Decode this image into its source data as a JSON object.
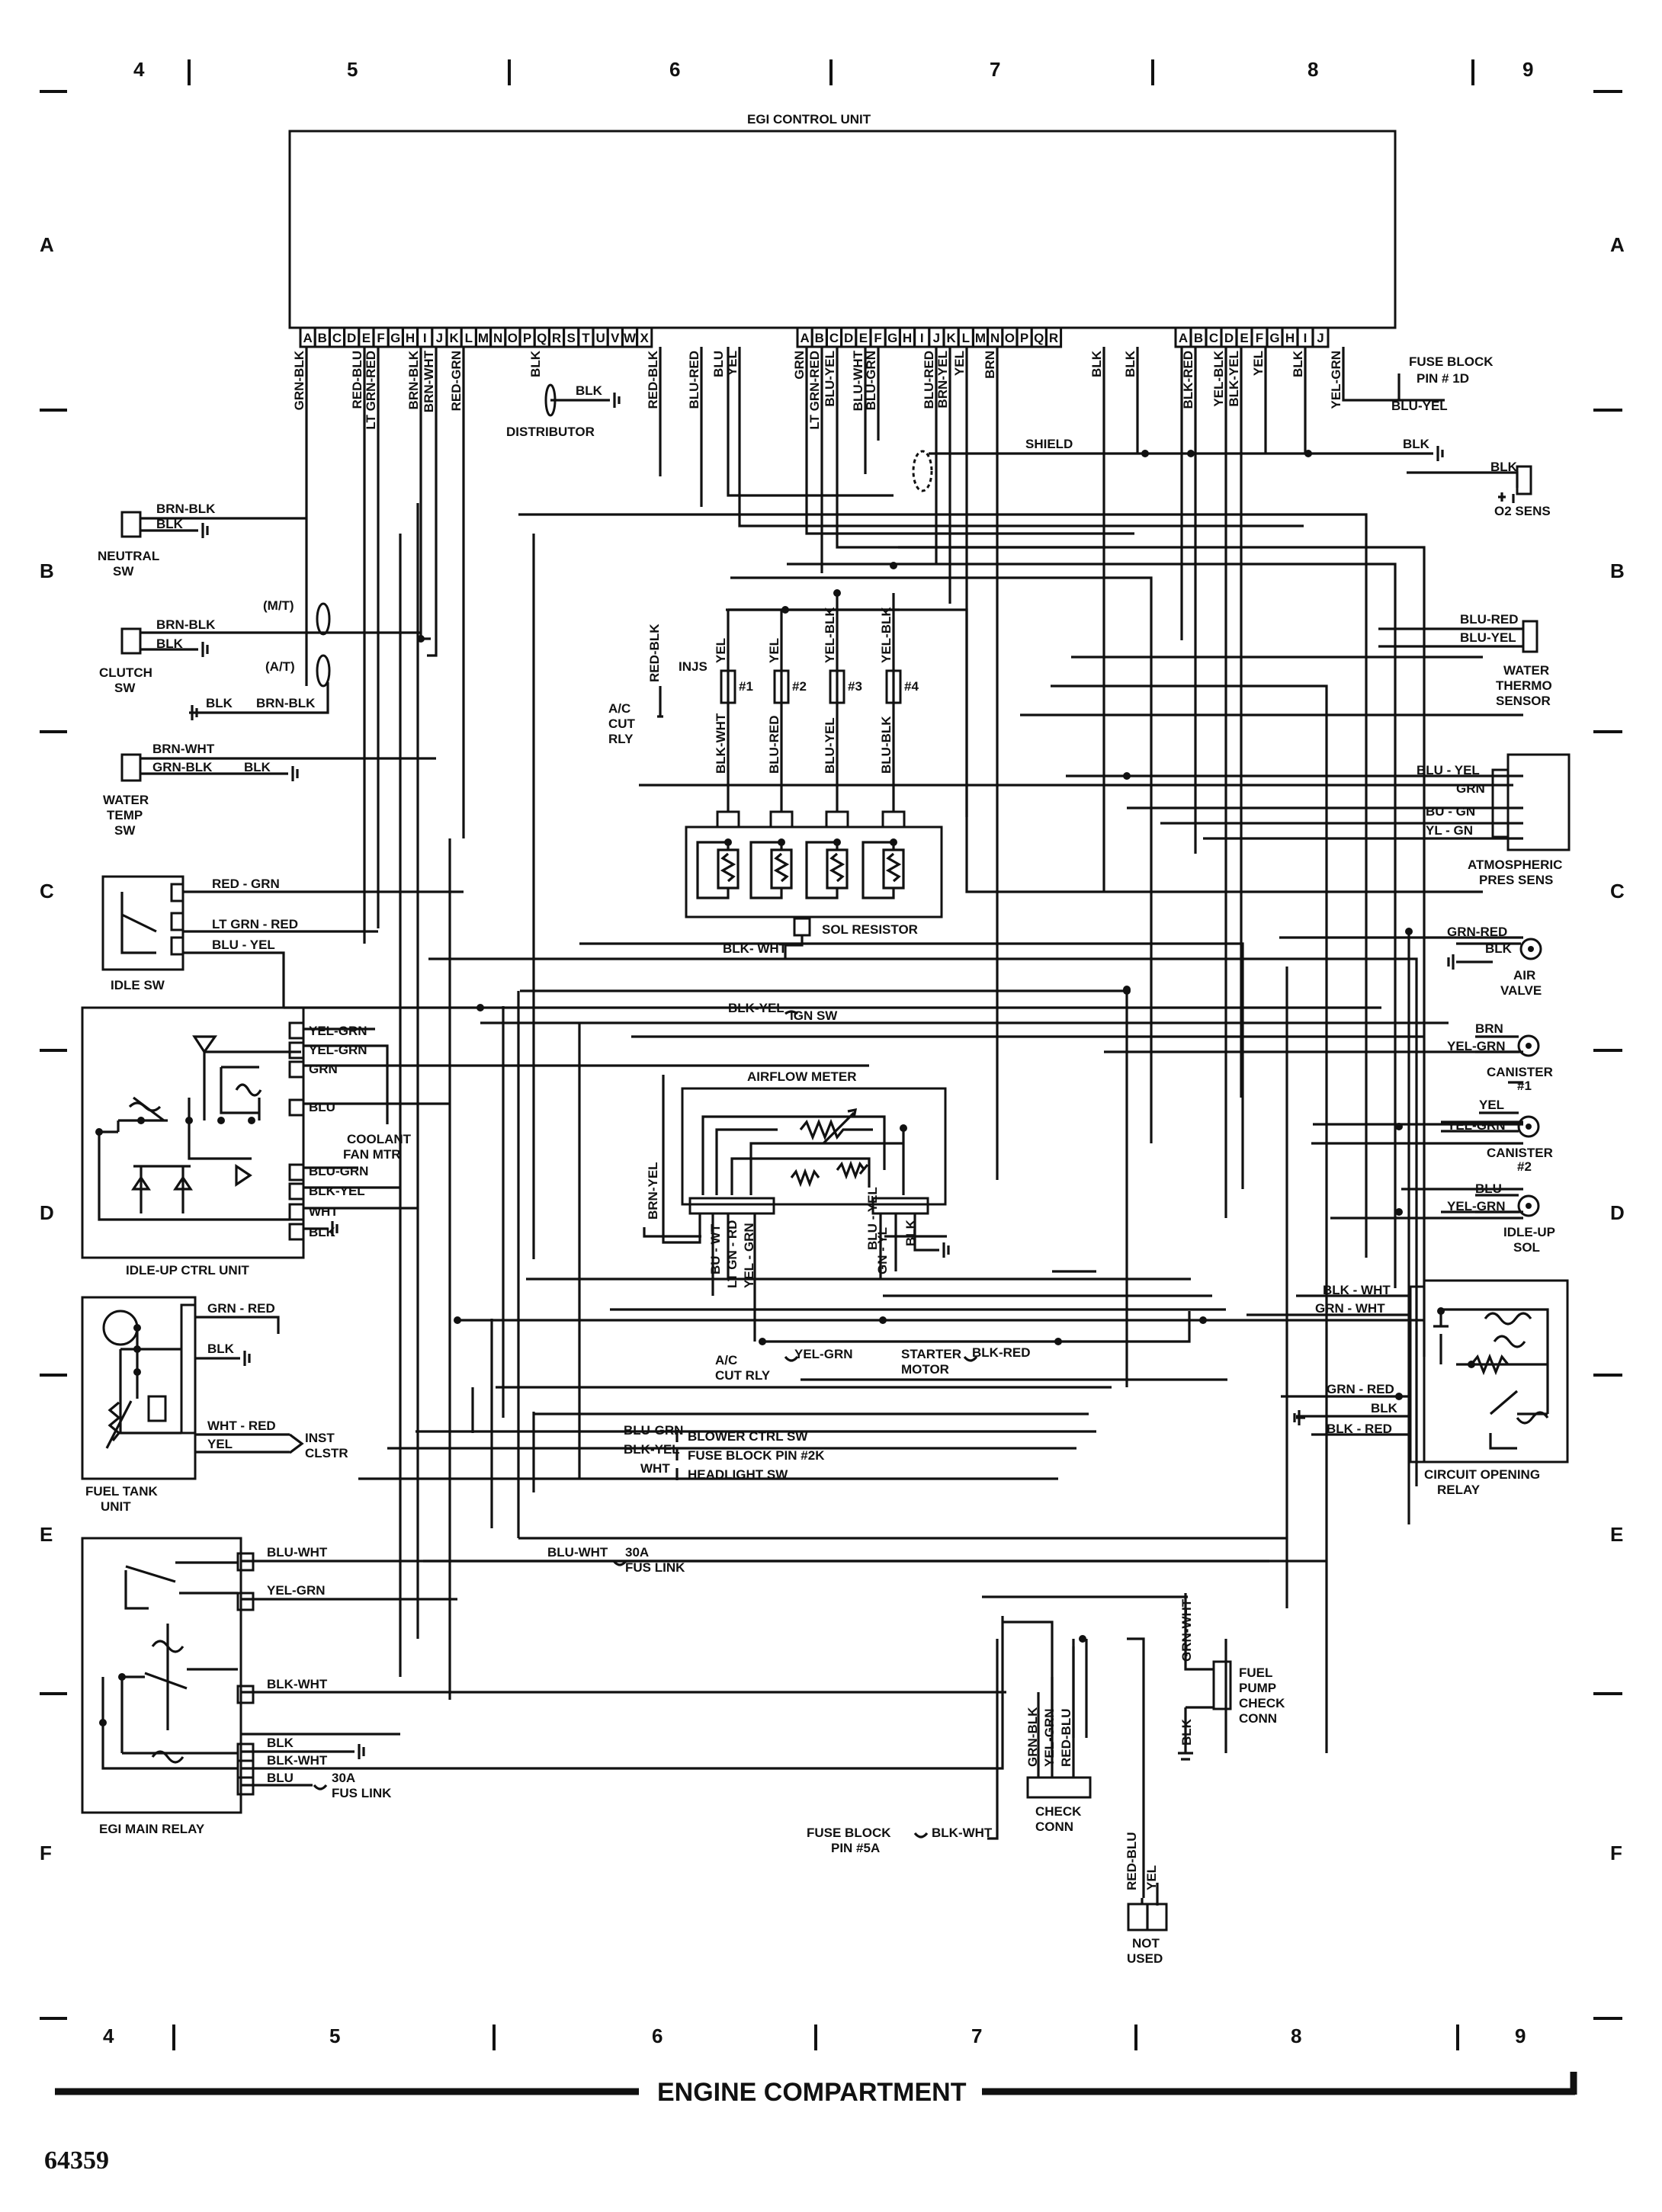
{
  "grid": {
    "top_columns": [
      "4",
      "5",
      "6",
      "7",
      "8",
      "9"
    ],
    "bottom_columns": [
      "4",
      "5",
      "6",
      "7",
      "8",
      "9"
    ],
    "rows": [
      "A",
      "B",
      "C",
      "D",
      "E",
      "F"
    ]
  },
  "ecu": {
    "title": "EGI CONTROL UNIT",
    "pins_group1": [
      "A",
      "B",
      "C",
      "D",
      "E",
      "F",
      "G",
      "H",
      "I",
      "J",
      "K",
      "L",
      "M",
      "N",
      "O",
      "P",
      "Q",
      "R",
      "S",
      "T",
      "U",
      "V",
      "W",
      "X"
    ],
    "pins_group2": [
      "A",
      "B",
      "C",
      "D",
      "E",
      "F",
      "G",
      "H",
      "I",
      "J",
      "K",
      "L",
      "M",
      "N",
      "O",
      "P",
      "Q",
      "R"
    ],
    "pins_group3": [
      "A",
      "B",
      "C",
      "D",
      "E",
      "F",
      "G",
      "H",
      "I",
      "J"
    ]
  },
  "ecu_wires": [
    "GRN-BLK",
    "RED-BLU",
    "LT GRN-RED",
    "BRN-BLK",
    "BRN-WHT",
    "RED-GRN",
    "BLK",
    "RED-BLK",
    "BLU-RED",
    "BLU",
    "YEL",
    "GRN",
    "LT GRN-RED",
    "BLU-YEL",
    "BLU-WHT",
    "BLU-GRN",
    "BLU-RED",
    "BRN-YEL",
    "YEL",
    "BRN",
    "BLK",
    "BLK",
    "BLK-RED",
    "YEL-BLK",
    "BLK-YEL",
    "YEL",
    "BLK",
    "YEL-GRN"
  ],
  "labels": {
    "distributor": "DISTRIBUTOR",
    "dist_blk": "BLK",
    "shield": "SHIELD",
    "fuse_block_1d": [
      "FUSE BLOCK",
      "PIN # 1D"
    ],
    "blu_yel_top": "BLU-YEL",
    "shield_blk": "BLK",
    "o2_blk": "BLK",
    "o2_sens": "O2 SENS",
    "neutral_sw": [
      "NEUTRAL",
      "SW"
    ],
    "neutral_wires": [
      "BRN-BLK",
      "BLK"
    ],
    "clutch_sw": [
      "CLUTCH",
      "SW"
    ],
    "clutch_wires": [
      "BRN-BLK",
      "BLK"
    ],
    "mt": "(M/T)",
    "at": "(A/T)",
    "at_wires": [
      "BLK",
      "BRN-BLK"
    ],
    "water_temp_sw": [
      "WATER",
      "TEMP",
      "SW"
    ],
    "water_temp_wires": [
      "BRN-WHT",
      "GRN-BLK",
      "BLK"
    ],
    "idle_sw": "IDLE SW",
    "idle_wires": [
      "RED - GRN",
      "LT GRN - RED",
      "BLU - YEL"
    ],
    "ac_cut_rly_top": [
      "A/C",
      "CUT",
      "RLY"
    ],
    "red_blk": "RED-BLK",
    "injs": "INJS",
    "inj_yel": [
      "YEL",
      "YEL",
      "YEL-BLK",
      "YEL-BLK"
    ],
    "inj_numbers": [
      "#1",
      "#2",
      "#3",
      "#4"
    ],
    "inj_bottom": [
      "BLK-WHT",
      "BLU-RED",
      "BLU-YEL",
      "BLU-BLK"
    ],
    "sol_resistor": "SOL RESISTOR",
    "sol_blk_wht": "BLK- WHT",
    "water_thermo_wires": [
      "BLU-RED",
      "BLU-YEL"
    ],
    "water_thermo": [
      "WATER",
      "THERMO",
      "SENSOR"
    ],
    "atm_wires": [
      "BLU - YEL",
      "GRN",
      "BU - GN",
      "YL - GN"
    ],
    "atm": [
      "ATMOSPHERIC",
      "PRES SENS"
    ],
    "air_valve_wires": [
      "GRN-RED",
      "BLK"
    ],
    "air_valve": [
      "AIR",
      "VALVE"
    ],
    "ign_sw_wire": "BLK-YEL",
    "ign_sw": "IGN SW",
    "canister1_wires": [
      "BRN",
      "YEL-GRN"
    ],
    "canister1": [
      "CANISTER",
      "#1"
    ],
    "canister2_wires": [
      "YEL",
      "YEL-GRN"
    ],
    "canister2": [
      "CANISTER",
      "#2"
    ],
    "idleup_sol_wires": [
      "BLU",
      "YEL-GRN"
    ],
    "idleup_sol": [
      "IDLE-UP",
      "SOL"
    ],
    "idleup_ctrl_wires": [
      "YEL-GRN",
      "YEL-GRN",
      "GRN",
      "BLU",
      "BLU-GRN",
      "BLK-YEL",
      "WHT",
      "BLK"
    ],
    "coolant_fan": [
      "COOLANT",
      "FAN MTR"
    ],
    "idleup_ctrl": "IDLE-UP CTRL UNIT",
    "airflow_meter": "AIRFLOW METER",
    "brn_yel": "BRN-YEL",
    "afm_bottom": [
      "BU - WT",
      "LT GN - RD",
      "YEL - GRN",
      "GN - YL",
      "BLU - YEL",
      "BLK"
    ],
    "fuel_tank_wires": [
      "GRN - RED",
      "BLK",
      "WHT - RED",
      "YEL"
    ],
    "inst_clstr": [
      "INST",
      "CLSTR"
    ],
    "fuel_tank": [
      "FUEL TANK",
      "UNIT"
    ],
    "ac_cut_rly_mid": [
      "A/C",
      "CUT RLY"
    ],
    "ac_yel_grn": "YEL-GRN",
    "starter_motor": [
      "STARTER",
      "MOTOR"
    ],
    "starter_wire": "BLK-RED",
    "blower_wire": "BLU-GRN",
    "blower": "BLOWER CTRL SW",
    "fuse_2k_wire": "BLK-YEL",
    "fuse_2k": "FUSE BLOCK PIN #2K",
    "headlight_wire": "WHT",
    "headlight": "HEADLIGHT SW",
    "cor_wires": [
      "BLK - WHT",
      "GRN - WHT",
      "GRN - RED",
      "BLK",
      "BLK - RED"
    ],
    "cor": [
      "CIRCUIT OPENING",
      "RELAY"
    ],
    "egi_main_wires": [
      "BLU-WHT",
      "YEL-GRN",
      "BLK-WHT",
      "BLK",
      "BLK-WHT",
      "BLU"
    ],
    "fus_link_1": [
      "30A",
      "FUS LINK"
    ],
    "fus_link_1_wire": "BLU-WHT",
    "fus_link_2": [
      "30A",
      "FUS LINK"
    ],
    "egi_main_relay": "EGI MAIN RELAY",
    "check_wires": [
      "GRN-BLK",
      "YEL-GRN",
      "RED-BLU"
    ],
    "check_conn": [
      "CHECK",
      "CONN"
    ],
    "fuse_5a": [
      "FUSE BLOCK",
      "PIN #5A"
    ],
    "fuse_5a_wire": "BLK-WHT",
    "grn_wht": "GRN-WHT",
    "fp_blk": "BLK",
    "fuel_pump_check": [
      "FUEL",
      "PUMP",
      "CHECK",
      "CONN"
    ],
    "not_used_wires": [
      "RED-BLU",
      "YEL"
    ],
    "not_used": [
      "NOT",
      "USED"
    ]
  },
  "footer": {
    "title": "ENGINE COMPARTMENT",
    "figure_number": "64359"
  }
}
